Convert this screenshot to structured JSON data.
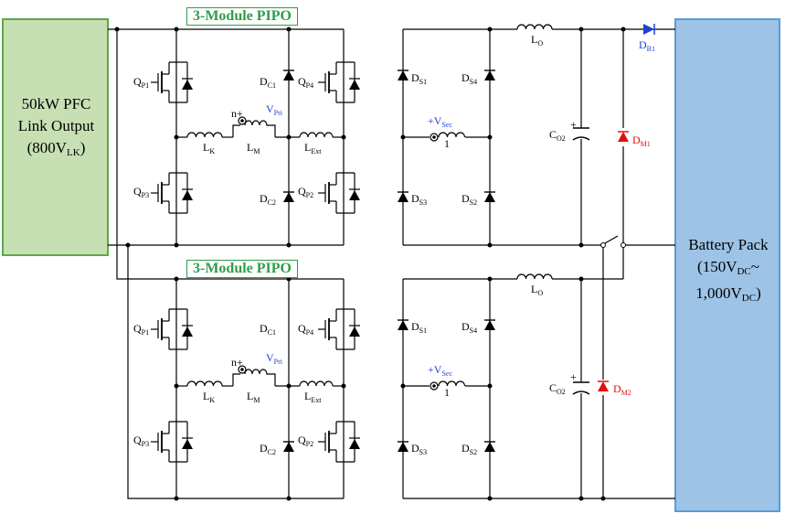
{
  "pfc_box": {
    "line1": "50kW PFC",
    "line2": "Link Output",
    "line3_pre": "(800V",
    "line3_sub": "LK",
    "line3_post": ")"
  },
  "battery_box": {
    "line1": "Battery Pack",
    "line2_pre": "(150V",
    "line2_sub": "DC",
    "line2_post": "~",
    "line3_pre": "1,000V",
    "line3_sub": "DC",
    "line3_post": ")"
  },
  "modules": [
    {
      "title": "3-Module PIPO"
    },
    {
      "title": "3-Module PIPO"
    }
  ],
  "labels": {
    "q": "Q",
    "p1": "P1",
    "p2": "P2",
    "p3": "P3",
    "p4": "P4",
    "d": "D",
    "c1": "C1",
    "c2": "C2",
    "l": "L",
    "k": "K",
    "m": "M",
    "ext": "Ext",
    "n_plus": "n+",
    "v": "V",
    "pri": "Pri",
    "plus_v": "+V",
    "sec": "Sec",
    "one": "1",
    "s1": "S1",
    "s2": "S2",
    "s3": "S3",
    "s4": "S4",
    "lo_l": "L",
    "lo_sub": "O",
    "c": "C",
    "o2": "O2",
    "b1": "B1",
    "m1": "M1",
    "m2": "M2"
  },
  "colors": {
    "pfc_fill": "#c6e0b4",
    "pfc_border": "#5aa84a",
    "battery_fill": "#9dc3e6",
    "battery_border": "#5b9bd5",
    "module_green": "#2e9d4a",
    "red": "#e01010",
    "blue": "#1f3fd6"
  }
}
